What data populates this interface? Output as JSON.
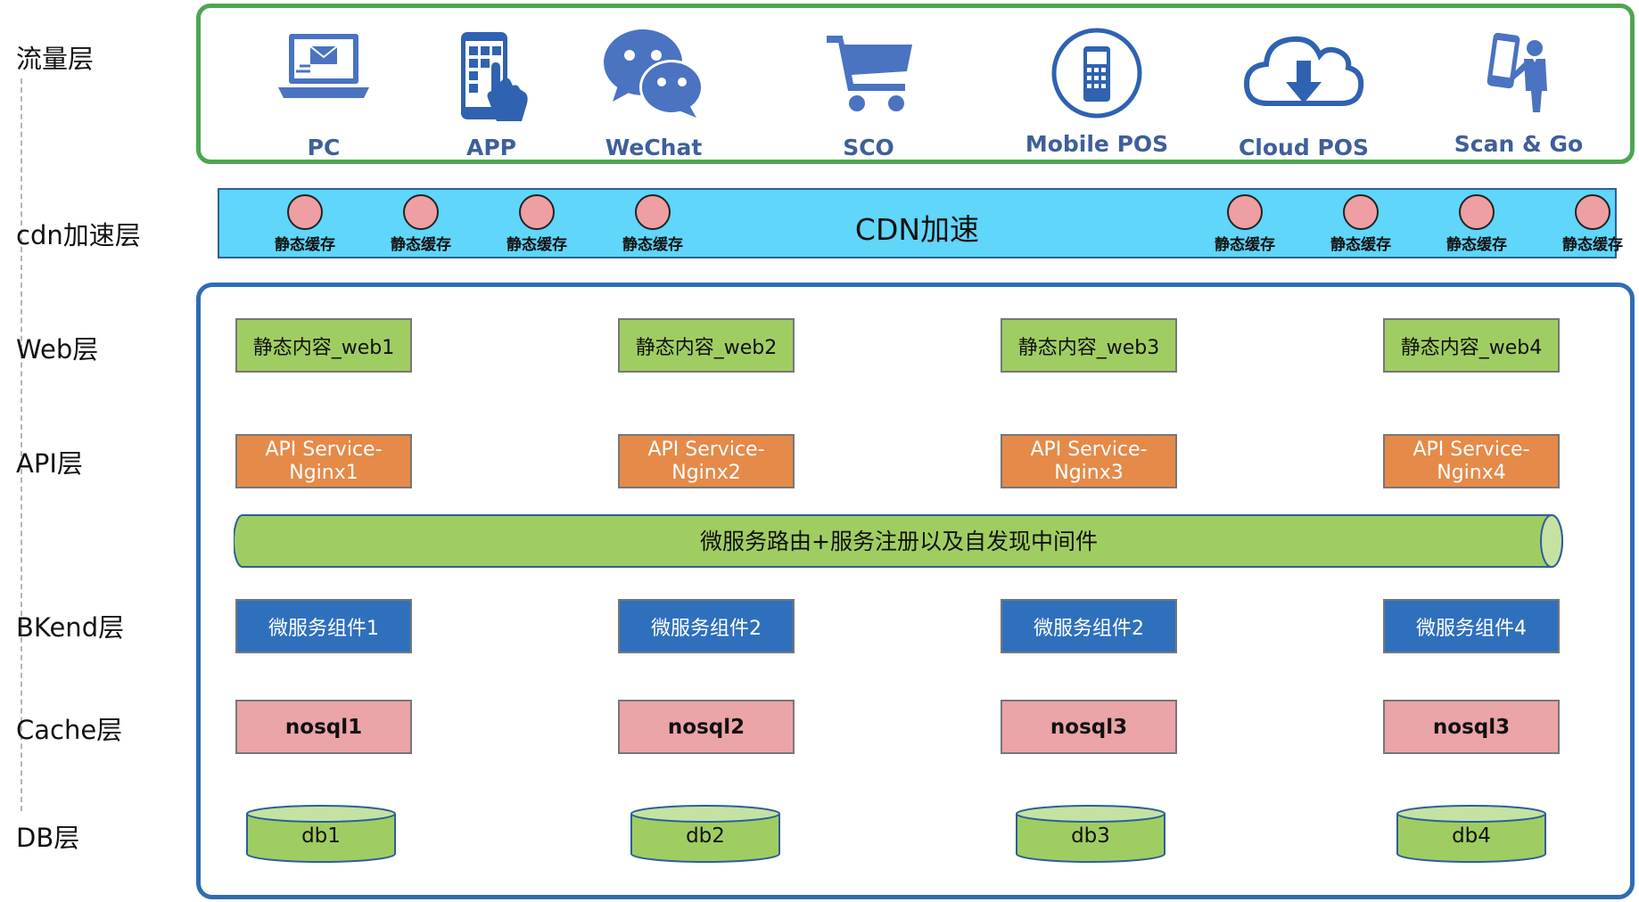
{
  "layers": [
    "流量层",
    "cdn加速层",
    "Web层",
    "API层",
    "BKend层",
    "Cache层",
    "DB层"
  ],
  "clients": [
    {
      "label": "PC",
      "icon": "laptop-icon"
    },
    {
      "label": "APP",
      "icon": "phone-touch-icon"
    },
    {
      "label": "WeChat",
      "icon": "wechat-icon"
    },
    {
      "label": "SCO",
      "icon": "cart-icon"
    },
    {
      "label": "Mobile POS",
      "icon": "pos-terminal-icon"
    },
    {
      "label": "Cloud POS",
      "icon": "cloud-download-icon"
    },
    {
      "label": "Scan & Go",
      "icon": "scan-person-icon"
    }
  ],
  "cdn": {
    "title": "CDN加速",
    "caches": [
      "静态缓存",
      "静态缓存",
      "静态缓存",
      "静态缓存",
      "静态缓存",
      "静态缓存",
      "静态缓存",
      "静态缓存"
    ]
  },
  "web": [
    "静态内容_web1",
    "静态内容_web2",
    "静态内容_web3",
    "静态内容_web4"
  ],
  "api": [
    {
      "line1": "API Service-",
      "line2": "Nginx1"
    },
    {
      "line1": "API Service-",
      "line2": "Nginx2"
    },
    {
      "line1": "API Service-",
      "line2": "Nginx3"
    },
    {
      "line1": "API Service-",
      "line2": "Nginx4"
    }
  ],
  "bus": "微服务路由+服务注册以及自发现中间件",
  "backend": [
    "微服务组件1",
    "微服务组件2",
    "微服务组件2",
    "微服务组件4"
  ],
  "cache": [
    "nosql1",
    "nosql2",
    "nosql3",
    "nosql3"
  ],
  "db": [
    "db1",
    "db2",
    "db3",
    "db4"
  ],
  "colors": {
    "traffic_border": "#4ea64f",
    "main_border": "#2f6cb5",
    "icon": "#4a73c2",
    "client_label": "#3e5f9a",
    "cdn_fill": "#5fd6fa",
    "cache_circle": "#ee9fa3",
    "web_fill": "#a0cd62",
    "api_fill": "#e58a49",
    "backend_fill": "#2f70bd",
    "nosql_fill": "#eba4a8",
    "db_fill": "#a0cd62"
  }
}
